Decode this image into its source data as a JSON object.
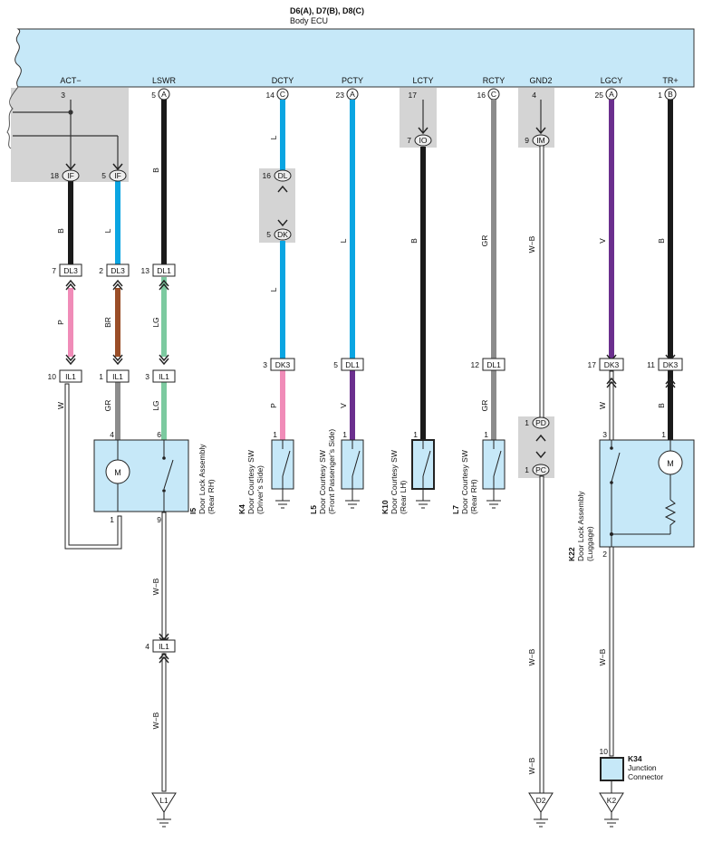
{
  "header": {
    "title": "D6(A), D7(B), D8(C)",
    "subtitle": "Body ECU"
  },
  "terminals": [
    {
      "name": "ACT−",
      "pin": "3",
      "conn": ""
    },
    {
      "name": "LSWR",
      "pin": "5",
      "conn": "A"
    },
    {
      "name": "DCTY",
      "pin": "14",
      "conn": "C"
    },
    {
      "name": "PCTY",
      "pin": "23",
      "conn": "A"
    },
    {
      "name": "LCTY",
      "pin": "17",
      "conn": ""
    },
    {
      "name": "RCTY",
      "pin": "16",
      "conn": "C"
    },
    {
      "name": "GND2",
      "pin": "4",
      "conn": ""
    },
    {
      "name": "LGCY",
      "pin": "25",
      "conn": "A"
    },
    {
      "name": "TR+",
      "pin": "1",
      "conn": "B"
    }
  ],
  "splices": [
    {
      "pin": "18",
      "label": "IF"
    },
    {
      "pin": "5",
      "label": "IF"
    },
    {
      "pin": "16",
      "label": "DL"
    },
    {
      "pin": "5",
      "label": "DK"
    },
    {
      "pin": "7",
      "label": "IO"
    },
    {
      "pin": "9",
      "label": "IM"
    },
    {
      "pin": "1",
      "label": "PD"
    },
    {
      "pin": "1",
      "label": "PC"
    }
  ],
  "connectors": [
    {
      "pin": "7",
      "label": "DL3"
    },
    {
      "pin": "2",
      "label": "DL3"
    },
    {
      "pin": "13",
      "label": "DL1"
    },
    {
      "pin": "10",
      "label": "IL1"
    },
    {
      "pin": "1",
      "label": "IL1"
    },
    {
      "pin": "3",
      "label": "IL1"
    },
    {
      "pin": "3",
      "label": "DK3"
    },
    {
      "pin": "5",
      "label": "DL1"
    },
    {
      "pin": "12",
      "label": "DL1"
    },
    {
      "pin": "17",
      "label": "DK3"
    },
    {
      "pin": "11",
      "label": "DK3"
    },
    {
      "pin": "4",
      "label": "IL1"
    }
  ],
  "wire_colors": {
    "act_upper": "B",
    "act2_upper": "L",
    "lswr_upper": "B",
    "act_mid": "P",
    "act2_mid": "BR",
    "lswr_mid": "LG",
    "act_low": "W",
    "act2_low": "GR",
    "lswr_low": "LG",
    "dcty_top": "L",
    "dcty_mid": "L",
    "dcty_low": "P",
    "pcty_top": "L",
    "pcty_low": "V",
    "lcty": "B",
    "rcty_top": "GR",
    "rcty_low": "GR",
    "gnd2": "W−B",
    "gnd2_low": "W−B",
    "gnd2_bot": "W−B",
    "lgcy_top": "V",
    "lgcy_low": "W",
    "tr_top": "B",
    "tr_low": "B",
    "i5_ground": "W−B",
    "i5_ground_low": "W−B",
    "k22_ground": "W−B"
  },
  "pins": {
    "i5_a": "4",
    "i5_b": "6",
    "i5_c": "1",
    "i5_d": "9",
    "k4": "1",
    "l5": "1",
    "k10": "1",
    "l7": "1",
    "k22_a": "3",
    "k22_b": "1",
    "k22_c": "2",
    "k34": "10"
  },
  "components": {
    "i5": {
      "code": "I5",
      "name": "Door Lock Assembly",
      "sub": "(Rear RH)"
    },
    "k4": {
      "code": "K4",
      "name": "Door Courtesy SW",
      "sub": "(Driver’s Side)"
    },
    "l5": {
      "code": "L5",
      "name": "Door Courtesy SW",
      "sub": "(Front Passenger’s Side)"
    },
    "k10": {
      "code": "K10",
      "name": "Door Courtesy SW",
      "sub": "(Rear LH)"
    },
    "l7": {
      "code": "L7",
      "name": "Door Courtesy SW",
      "sub": "(Rear RH)"
    },
    "k22": {
      "code": "K22",
      "name": "Door Lock Assembly",
      "sub": "(Luggage)"
    },
    "k34": {
      "code": "K34",
      "name": "Junction",
      "sub": "Connector"
    }
  },
  "motor_label": "M",
  "grounds": [
    {
      "label": "L1"
    },
    {
      "label": "D2"
    },
    {
      "label": "K2"
    }
  ],
  "colors": {
    "ecu_fill": "#c6e8f8",
    "shade": "#d4d4d4",
    "wire_black": "#1a1a1a",
    "wire_blue": "#0aa5e2",
    "wire_pink": "#f08cb8",
    "wire_brown": "#9a4e28",
    "wire_lightgreen": "#7ccaa0",
    "wire_gray": "#8c8c8c",
    "wire_violet": "#6b2f8e",
    "component_fill": "#c6e8f8"
  }
}
